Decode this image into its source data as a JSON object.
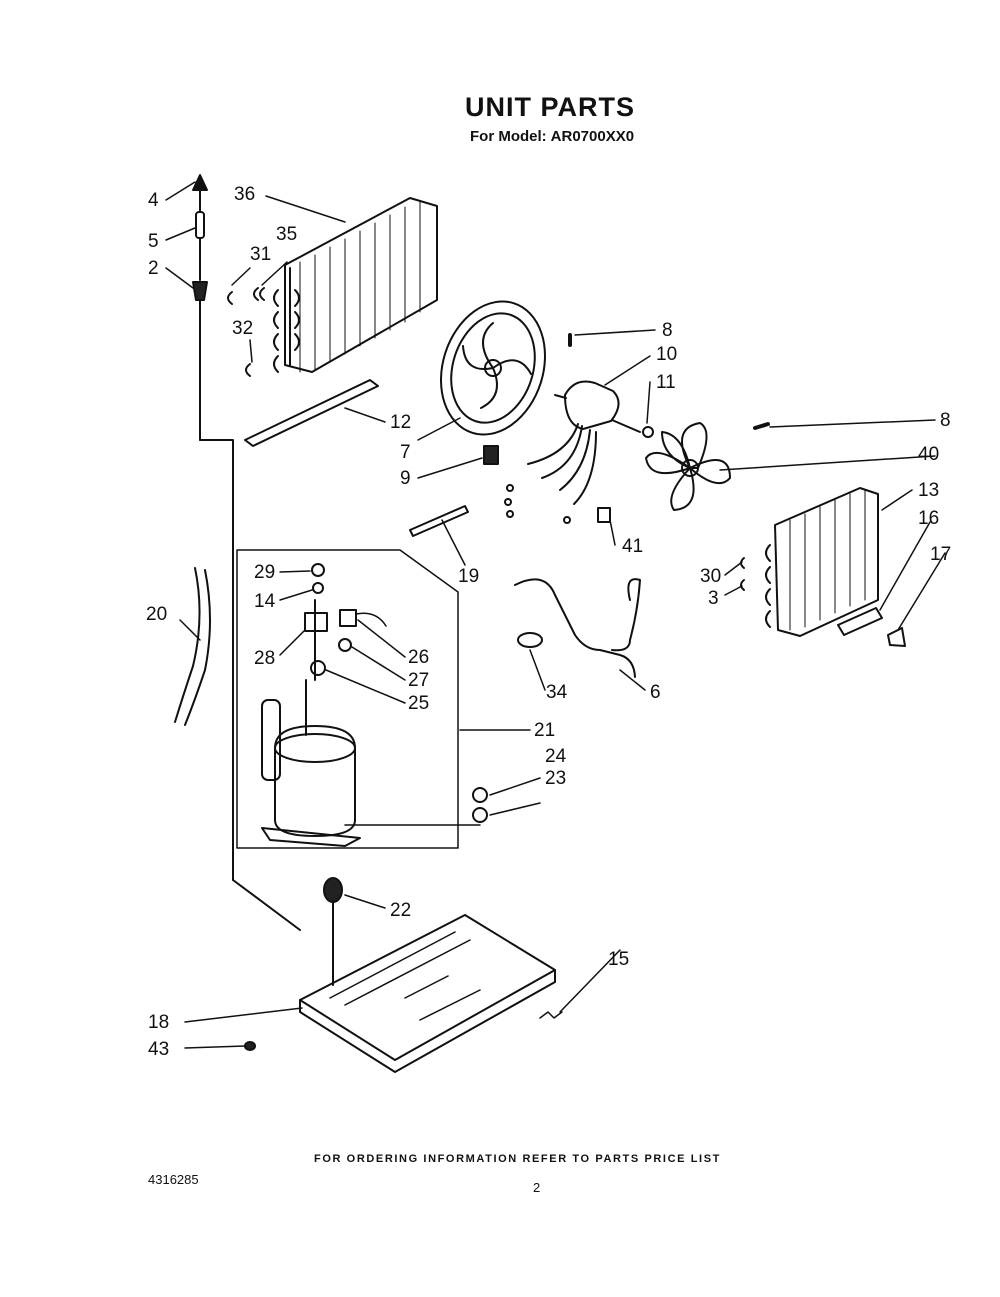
{
  "header": {
    "title": "UNIT PARTS",
    "model_prefix": "For Model:",
    "model_number": "AR0700XX0"
  },
  "callouts": {
    "c2": "2",
    "c3": "3",
    "c4": "4",
    "c5": "5",
    "c6": "6",
    "c7": "7",
    "c8a": "8",
    "c8b": "8",
    "c9": "9",
    "c10": "10",
    "c11": "11",
    "c12": "12",
    "c13": "13",
    "c14": "14",
    "c15": "15",
    "c16": "16",
    "c17": "17",
    "c18": "18",
    "c19": "19",
    "c20": "20",
    "c21": "21",
    "c22": "22",
    "c23": "23",
    "c24": "24",
    "c25": "25",
    "c26": "26",
    "c27": "27",
    "c28": "28",
    "c29": "29",
    "c30": "30",
    "c31": "31",
    "c32": "32",
    "c34": "34",
    "c35": "35",
    "c36": "36",
    "c40": "40",
    "c41": "41",
    "c43": "43"
  },
  "footer": {
    "ordering_note": "FOR ORDERING INFORMATION REFER TO PARTS PRICE LIST",
    "document_number": "4316285",
    "page_number": "2"
  },
  "colors": {
    "ink": "#111111",
    "paper": "#ffffff"
  }
}
